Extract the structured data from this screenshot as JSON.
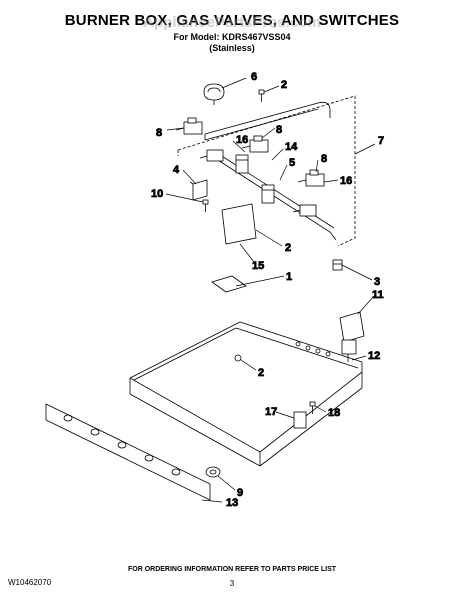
{
  "header": {
    "title": "BURNER BOX, GAS VALVES, AND SWITCHES",
    "model_line": "For Model: KDRS467VSS04",
    "finish": "(Stainless)",
    "watermark": "AppliancePartsPros.com"
  },
  "callouts": {
    "c6": "6",
    "c2a": "2",
    "c8a": "8",
    "c16a": "16",
    "c8b": "8",
    "c7": "7",
    "c14": "14",
    "c5": "5",
    "c8c": "8",
    "c4": "4",
    "c16b": "16",
    "c10": "10",
    "c2b": "2",
    "c15": "15",
    "c1": "1",
    "c3": "3",
    "c11": "11",
    "c12": "12",
    "c2c": "2",
    "c17": "17",
    "c18": "18",
    "c9": "9",
    "c13": "13"
  },
  "footer": {
    "doc_number": "W10462070",
    "ordering_note": "FOR ORDERING INFORMATION REFER TO PARTS PRICE LIST",
    "page_number": "3"
  }
}
